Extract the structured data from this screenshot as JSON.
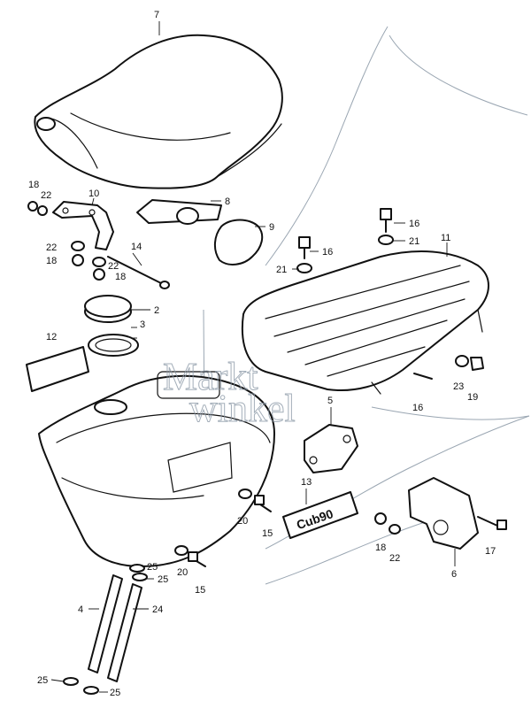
{
  "watermark": {
    "line1": "Markt",
    "line2": "winkel"
  },
  "emblem_text": "Cub90",
  "callouts": [
    {
      "id": "c7",
      "label": "7"
    },
    {
      "id": "c18a",
      "label": "18"
    },
    {
      "id": "c22a",
      "label": "22"
    },
    {
      "id": "c10",
      "label": "10"
    },
    {
      "id": "c8",
      "label": "8"
    },
    {
      "id": "c9",
      "label": "9"
    },
    {
      "id": "c22b",
      "label": "22"
    },
    {
      "id": "c18b",
      "label": "18"
    },
    {
      "id": "c22c",
      "label": "22"
    },
    {
      "id": "c18c",
      "label": "18"
    },
    {
      "id": "c14",
      "label": "14"
    },
    {
      "id": "c16a",
      "label": "16"
    },
    {
      "id": "c21a",
      "label": "21"
    },
    {
      "id": "c11",
      "label": "11"
    },
    {
      "id": "c16b",
      "label": "16"
    },
    {
      "id": "c21b",
      "label": "21"
    },
    {
      "id": "c2",
      "label": "2"
    },
    {
      "id": "c3",
      "label": "3"
    },
    {
      "id": "c12",
      "label": "12"
    },
    {
      "id": "c23",
      "label": "23"
    },
    {
      "id": "c19",
      "label": "19"
    },
    {
      "id": "c16c",
      "label": "16"
    },
    {
      "id": "c5",
      "label": "5"
    },
    {
      "id": "c13",
      "label": "13"
    },
    {
      "id": "c20a",
      "label": "20"
    },
    {
      "id": "c15a",
      "label": "15"
    },
    {
      "id": "c20b",
      "label": "20"
    },
    {
      "id": "c15b",
      "label": "15"
    },
    {
      "id": "c18d",
      "label": "18"
    },
    {
      "id": "c22d",
      "label": "22"
    },
    {
      "id": "c17",
      "label": "17"
    },
    {
      "id": "c6",
      "label": "6"
    },
    {
      "id": "c25a",
      "label": "25"
    },
    {
      "id": "c25b",
      "label": "25"
    },
    {
      "id": "c4",
      "label": "4"
    },
    {
      "id": "c24",
      "label": "24"
    },
    {
      "id": "c25c",
      "label": "25"
    },
    {
      "id": "c25d",
      "label": "25"
    }
  ]
}
